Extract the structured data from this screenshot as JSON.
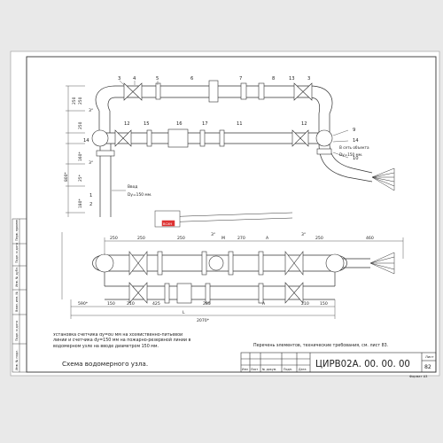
{
  "drawing": {
    "code": "ЦИРВ02А. 00. 00. 00",
    "sheet_label": "Лист",
    "sheet_number": "82",
    "format_label": "Формат А3",
    "title": "Схема водомерного узла.",
    "note_left": "Установка счетчика dy=80 мм на хозяйственно-питьевой линии и счетчика dy=150 мм на пожарно-резервной линии в водомерном узле на вводе диаметром 150 мм.",
    "note_right": "Перечень элементов, технические требования, см. лист 83.",
    "inlet_label": "Ввод Dy=150 мм.",
    "outlet_label": "В сеть объекта Dy=150 мм.",
    "meter_label": "ВСХН"
  },
  "title_block_cells": [
    "Изм",
    "Лист",
    "№ докум.",
    "Подп.",
    "Дата"
  ],
  "side_stamp": [
    "Инв. № подл.",
    "Подп. и дата",
    "Взам. инв. №",
    "Инв. № дубл.",
    "Подп. и дата",
    "Перв. примен."
  ],
  "upper_view": {
    "positions_top": [
      "3",
      "4",
      "5",
      "6",
      "7",
      "8",
      "13",
      "3"
    ],
    "positions_middle": [
      "12",
      "15",
      "16",
      "17",
      "11",
      "12"
    ],
    "positions_right": [
      "9",
      "14",
      "10"
    ],
    "positions_left": [
      "14",
      "1",
      "2"
    ],
    "angles": [
      "3°",
      "3°"
    ],
    "dimensions_vertical": [
      "250",
      "250",
      "160*",
      "250",
      "25*",
      "180*",
      "800*"
    ]
  },
  "lower_view": {
    "dimensions_top": [
      "250",
      "250",
      "250",
      "3°",
      "М",
      "270",
      "А",
      "3°",
      "250",
      "460"
    ],
    "dimensions_bottom": [
      "590*",
      "150",
      "210",
      "425",
      "L",
      "285",
      "А",
      "210",
      "150"
    ],
    "overall": "2070*"
  }
}
